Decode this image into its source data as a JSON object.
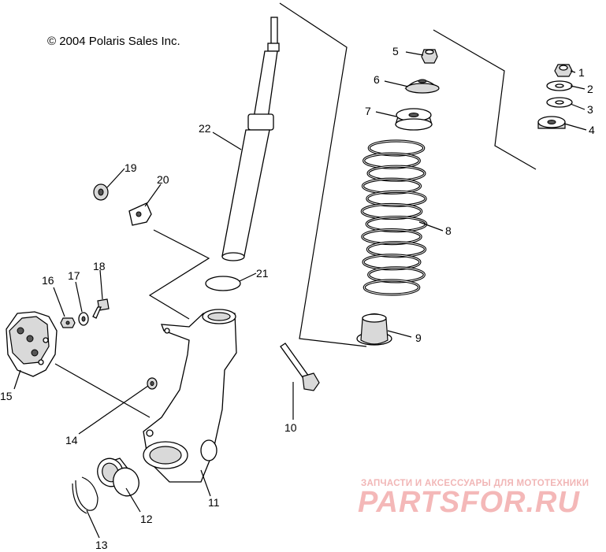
{
  "copyright": "© 2004 Polaris Sales Inc.",
  "watermark": {
    "top_text": "ЗАПЧАСТИ И АКСЕССУАРЫ ДЛЯ МОТОТЕХНИКИ",
    "logo_text": "PARTSFOR.RU",
    "color": "#f1b6b6"
  },
  "callouts": [
    "1",
    "2",
    "3",
    "4",
    "5",
    "6",
    "7",
    "8",
    "9",
    "10",
    "11",
    "12",
    "13",
    "14",
    "15",
    "16",
    "17",
    "18",
    "19",
    "20",
    "21",
    "22"
  ]
}
